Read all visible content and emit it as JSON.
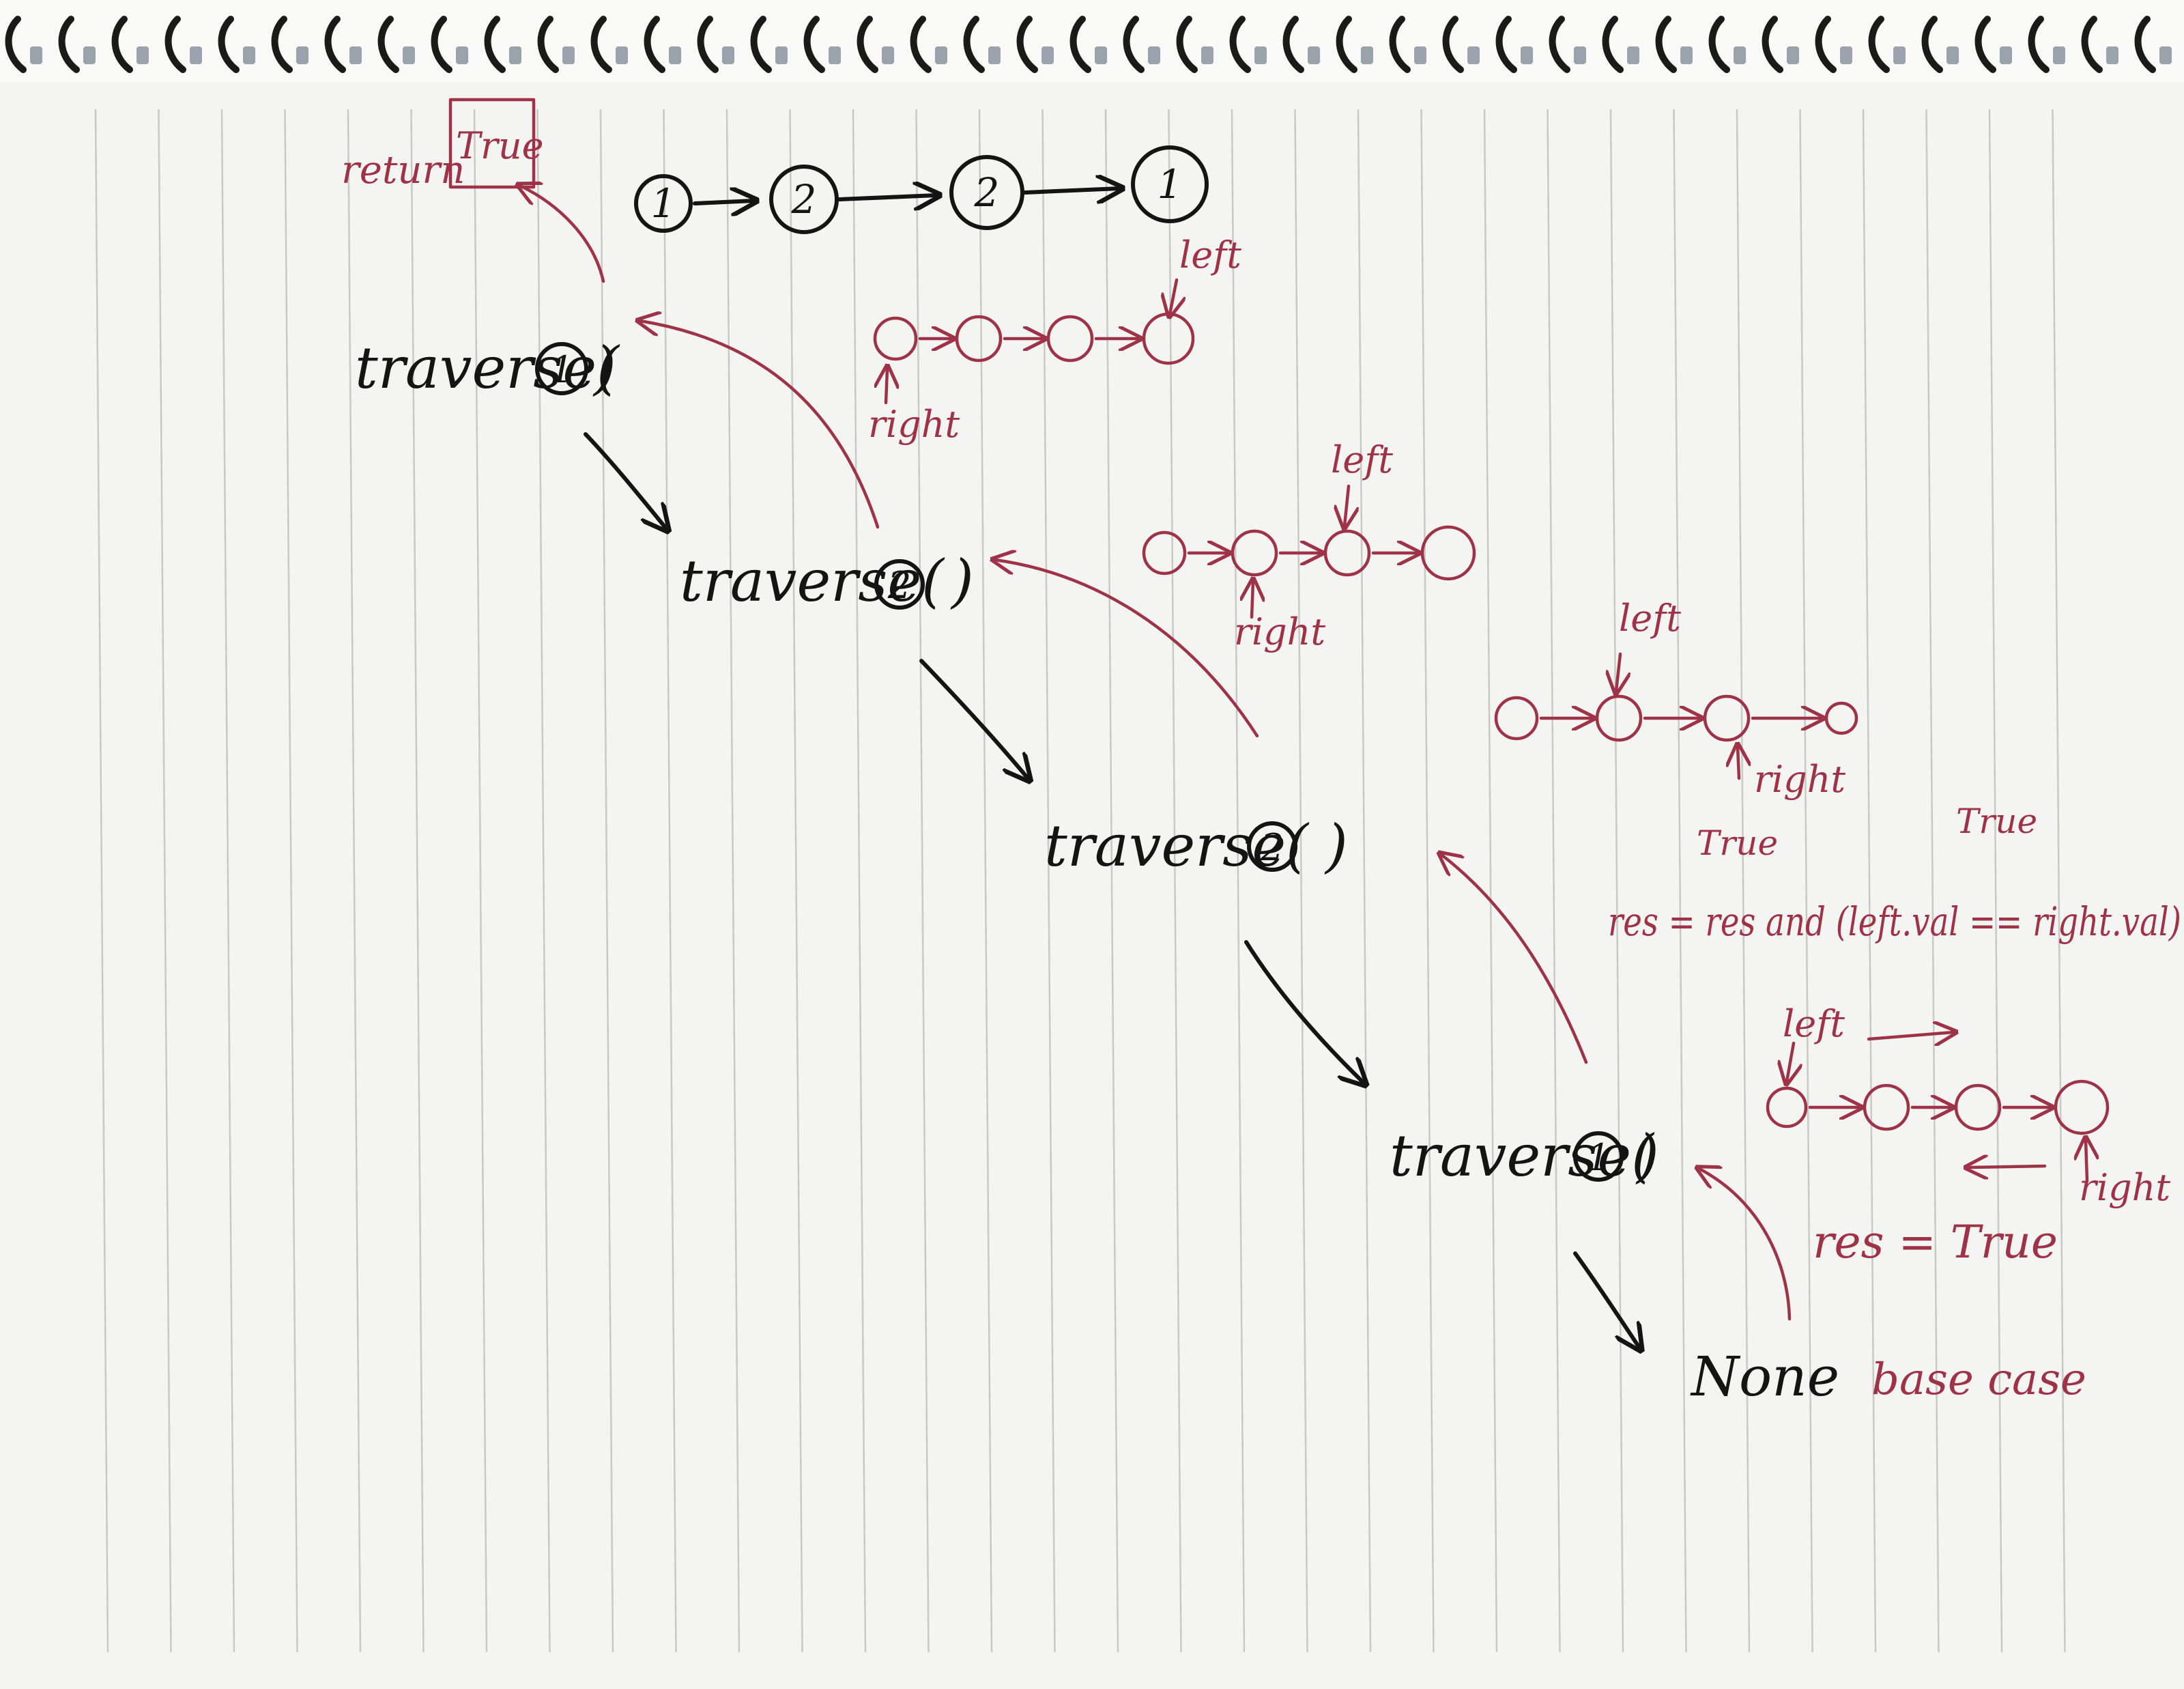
{
  "input_list": [
    "1",
    "2",
    "2",
    "1"
  ],
  "return_label": "return",
  "return_value": "True",
  "calls": [
    {
      "label": "traverse(",
      "arg": "1",
      "close": ")"
    },
    {
      "label": "traverse(",
      "arg": "2",
      "close": ")"
    },
    {
      "label": "traverse(",
      "arg": "2",
      "close": ")"
    },
    {
      "label": "traverse(",
      "arg": "1",
      "close": ")"
    }
  ],
  "base_value": "None",
  "base_note": "base case",
  "pointer_labels": {
    "left": "left",
    "right": "right"
  },
  "annotations": {
    "res_expr": "res = res and (left.val == right.val)",
    "true_above_res": "True",
    "true_above_compare": "True",
    "res_true": "res = True"
  },
  "colors": {
    "ink": "#141414",
    "pen_red": "#9e3348",
    "paper": "#f4f4f2",
    "rule": "#c8c8c8"
  }
}
